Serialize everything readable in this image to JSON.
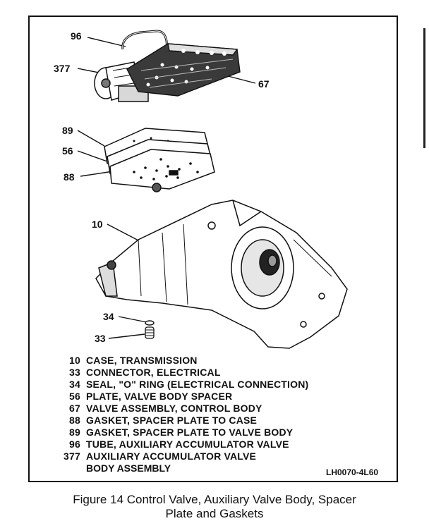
{
  "figure": {
    "callouts": [
      "96",
      "377",
      "67",
      "89",
      "56",
      "88",
      "10",
      "34",
      "33"
    ],
    "legend": [
      {
        "num": "10",
        "desc": "CASE, TRANSMISSION"
      },
      {
        "num": "33",
        "desc": "CONNECTOR, ELECTRICAL"
      },
      {
        "num": "34",
        "desc": "SEAL, \"O\" RING (ELECTRICAL CONNECTION)"
      },
      {
        "num": "56",
        "desc": "PLATE, VALVE BODY SPACER"
      },
      {
        "num": "67",
        "desc": "VALVE ASSEMBLY, CONTROL BODY"
      },
      {
        "num": "88",
        "desc": "GASKET, SPACER PLATE TO CASE"
      },
      {
        "num": "89",
        "desc": "GASKET, SPACER PLATE TO VALVE BODY"
      },
      {
        "num": "96",
        "desc": "TUBE, AUXILIARY ACCUMULATOR VALVE"
      },
      {
        "num": "377",
        "desc": "AUXILIARY ACCUMULATOR VALVE"
      }
    ],
    "legend_continuation": "BODY ASSEMBLY",
    "reference_code": "LH0070-4L60",
    "caption_line1": "Figure 14 Control Valve, Auxiliary Valve Body, Spacer",
    "caption_line2": "Plate and Gaskets"
  }
}
